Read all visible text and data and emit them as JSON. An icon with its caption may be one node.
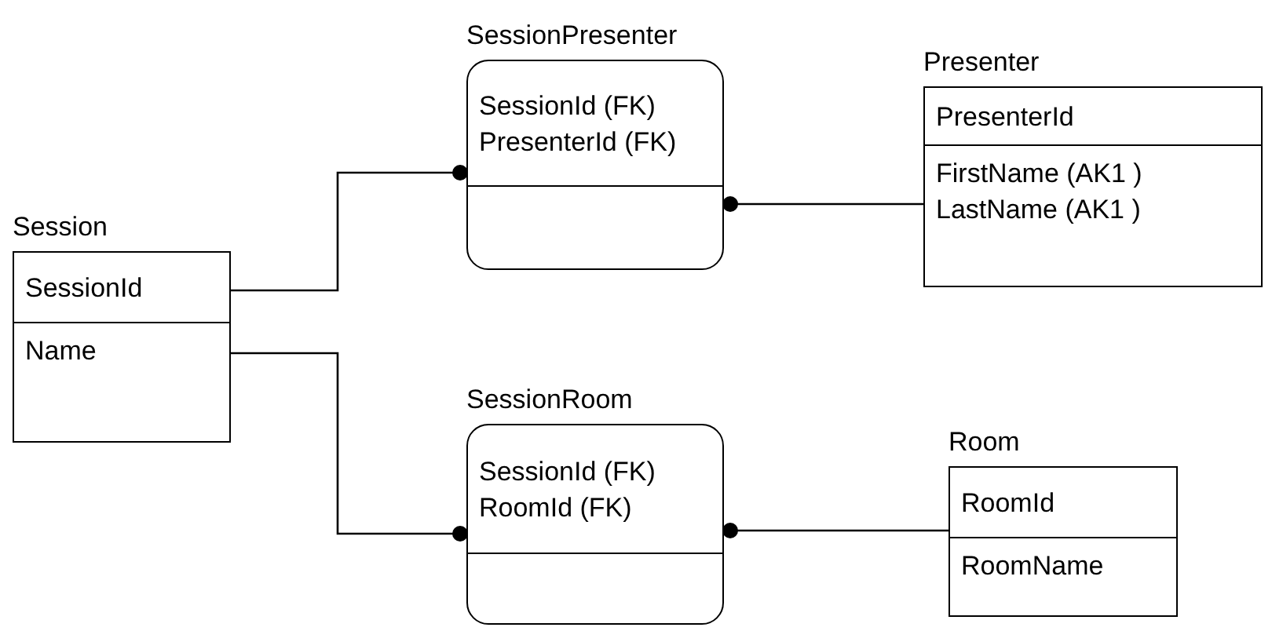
{
  "diagram": {
    "nodes": [
      {
        "text": [
          "Session",
          "SessionId",
          "Name"
        ]
      },
      {
        "text": [
          "SessionPresenter",
          "SessionId (FK)",
          "PresenterId (FK)"
        ]
      },
      {
        "text": [
          "Presenter",
          "PresenterId",
          "FirstName (AK1 )",
          "LastName (AK1 )"
        ]
      },
      {
        "text": [
          "SessionRoom",
          "SessionId (FK)",
          "RoomId (FK)"
        ]
      },
      {
        "text": [
          "Room",
          "RoomId",
          "RoomName"
        ]
      }
    ],
    "edges": [
      {
        "from": 0,
        "to": 1,
        "arrow": "other"
      },
      {
        "from": 2,
        "to": 1,
        "arrow": "other"
      },
      {
        "from": 0,
        "to": 3,
        "arrow": "other"
      },
      {
        "from": 4,
        "to": 3,
        "arrow": "other"
      }
    ]
  }
}
